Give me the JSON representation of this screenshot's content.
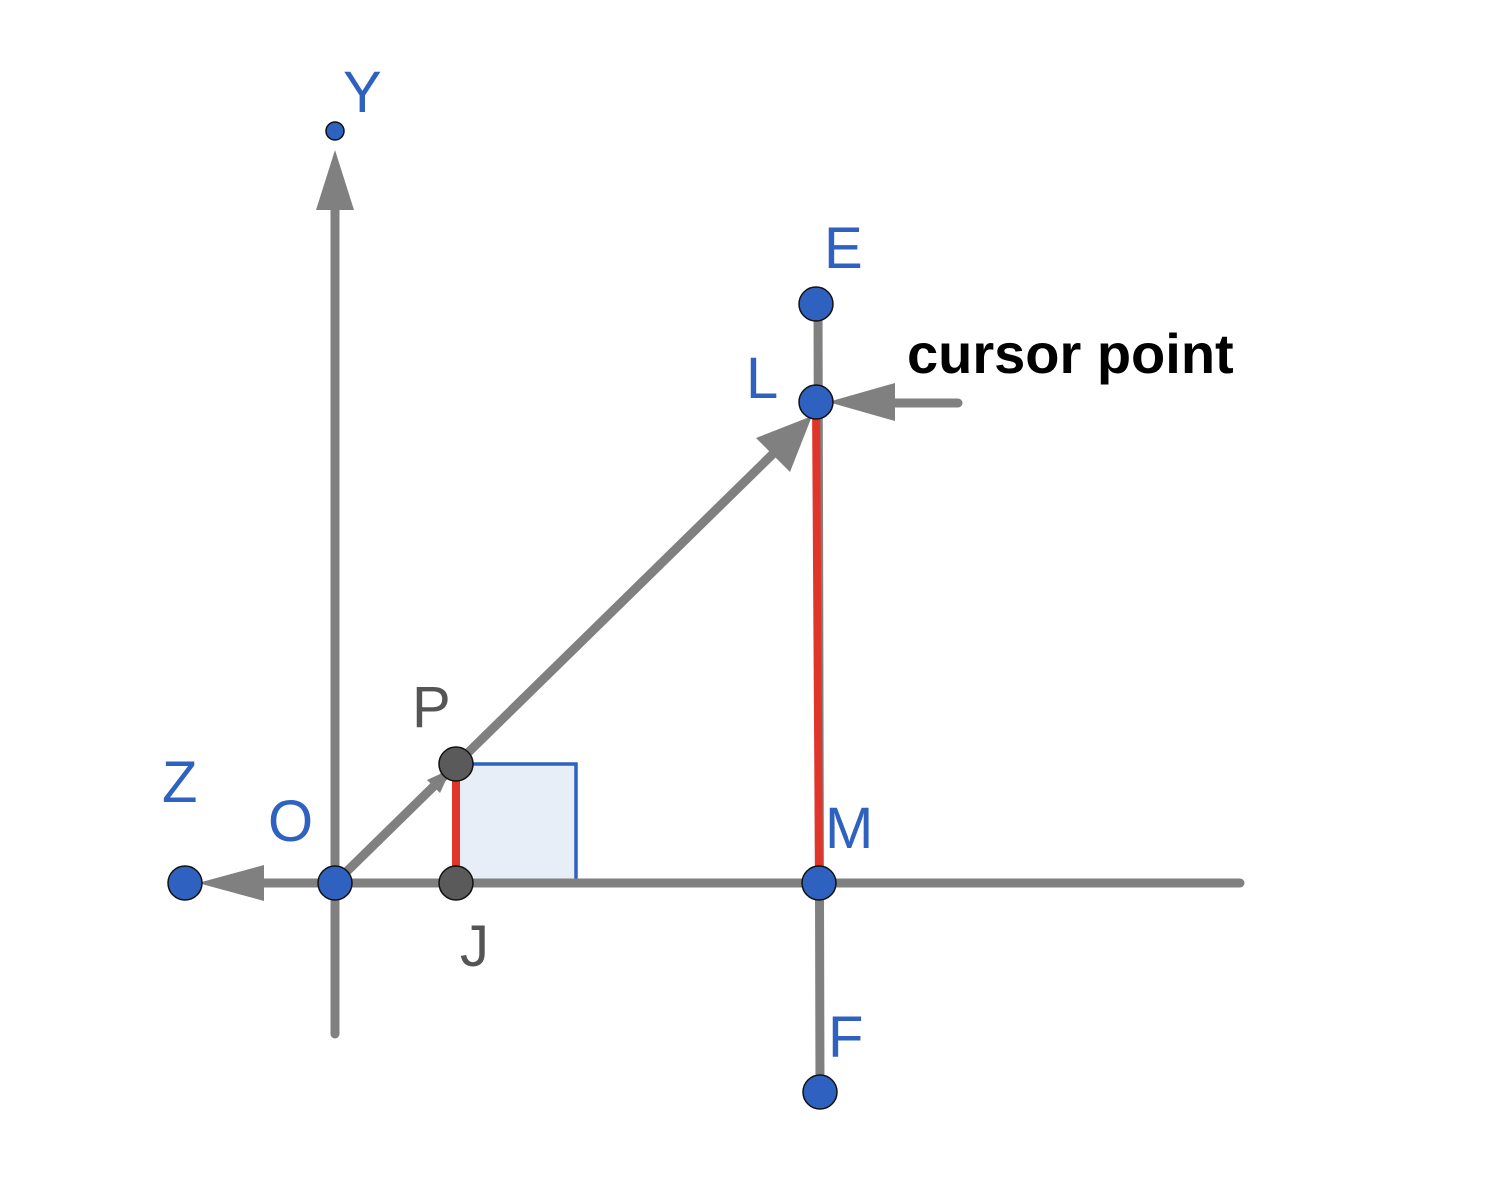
{
  "diagram": {
    "labels": {
      "Y": "Y",
      "E": "E",
      "L": "L",
      "P": "P",
      "Z": "Z",
      "O": "O",
      "M": "M",
      "J": "J",
      "F": "F"
    },
    "annotation": "cursor point",
    "colors": {
      "point_blue": "#2f62c0",
      "point_dark": "#5a5a5a",
      "line_gray": "#808080",
      "line_red": "#e0352b",
      "square_fill": "#e8eef8"
    }
  }
}
